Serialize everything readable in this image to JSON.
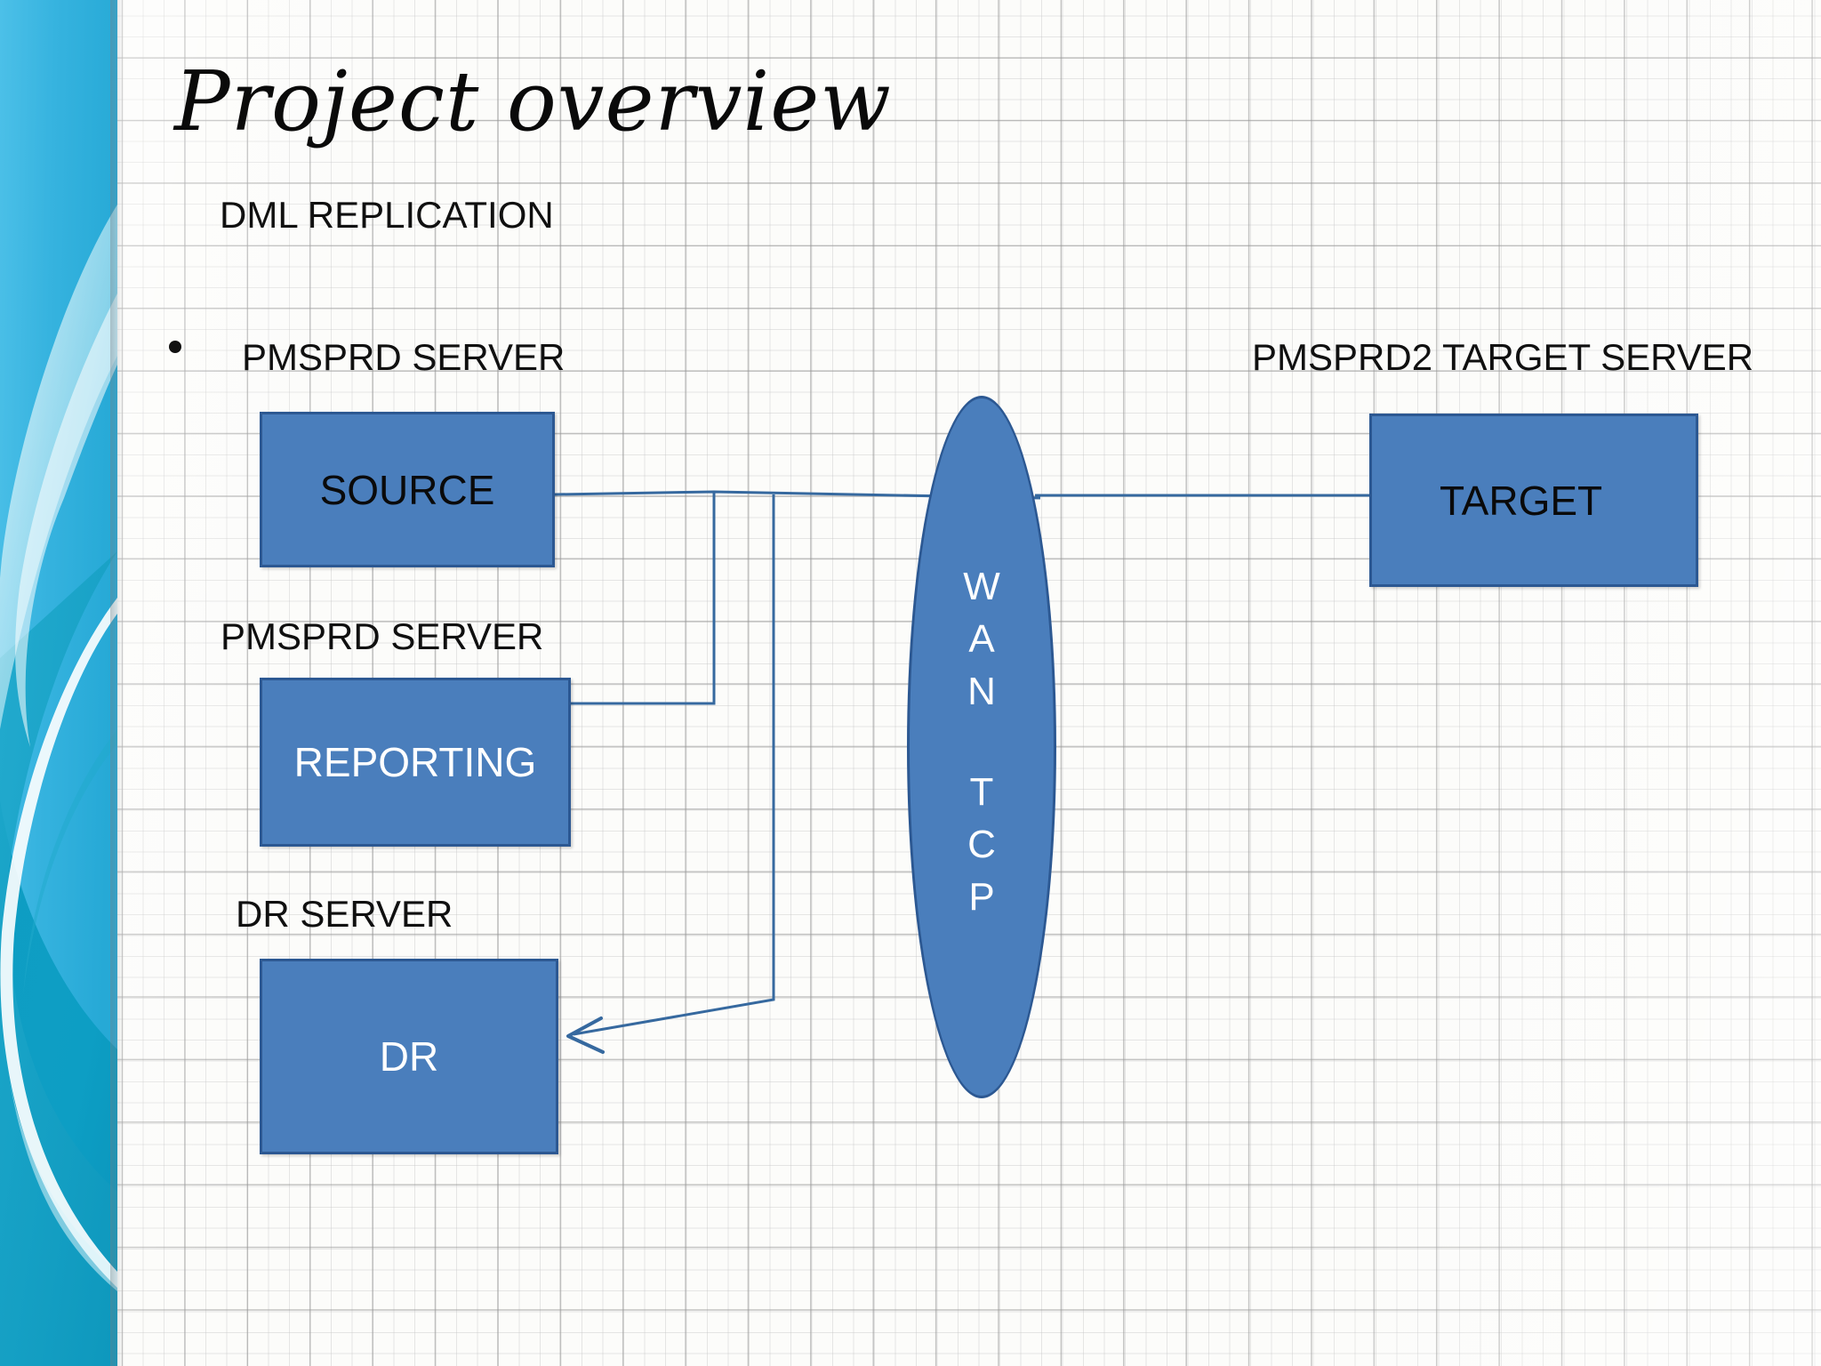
{
  "slide": {
    "title": "Project overview",
    "subtitle": "DML REPLICATION"
  },
  "bullets": [
    {
      "marker": "•",
      "label": "PMSPRD SERVER"
    }
  ],
  "labels": {
    "reporting_server": "PMSPRD SERVER",
    "dr_server": "DR SERVER",
    "target_server": "PMSPRD2 TARGET  SERVER"
  },
  "nodes": {
    "source": {
      "text": "SOURCE",
      "fill": "#4a7ebc",
      "border": "#2c5892",
      "text_color": "#0a0a0a"
    },
    "reporting": {
      "text": "REPORTING",
      "fill": "#4a7ebc",
      "border": "#2c5892",
      "text_color": "#ffffff"
    },
    "dr": {
      "text": "DR",
      "fill": "#4a7ebc",
      "border": "#2c5892",
      "text_color": "#ffffff"
    },
    "target": {
      "text": "TARGET",
      "fill": "#4a7ebc",
      "border": "#2c5892",
      "text_color": "#0a0a0a"
    }
  },
  "wan": {
    "line1": "W",
    "line2": "A",
    "line3": "N",
    "line4": "T",
    "line5": "C",
    "line6": "P",
    "fill": "#4a7ebc",
    "border": "#2c5892",
    "text_color": "#ffffff"
  },
  "connectors": {
    "color": "#36699f",
    "edges": [
      {
        "name": "source-to-wan",
        "from": "SOURCE",
        "to": "WAN TCP",
        "arrow": false
      },
      {
        "name": "reporting-to-wan",
        "from": "REPORTING",
        "to": "WAN TCP",
        "arrow": false
      },
      {
        "name": "wan-to-dr",
        "from": "WAN TCP",
        "to": "DR",
        "arrow": true
      },
      {
        "name": "wan-to-target",
        "from": "WAN TCP",
        "to": "TARGET",
        "arrow": false
      }
    ]
  },
  "theme": {
    "sidebar_top": "#3fb6e3",
    "sidebar_mid": "#13a2c6",
    "sidebar_bottom": "#0b9ec4",
    "page_bg": "#fcfcfa",
    "grid_line": "#969696"
  }
}
